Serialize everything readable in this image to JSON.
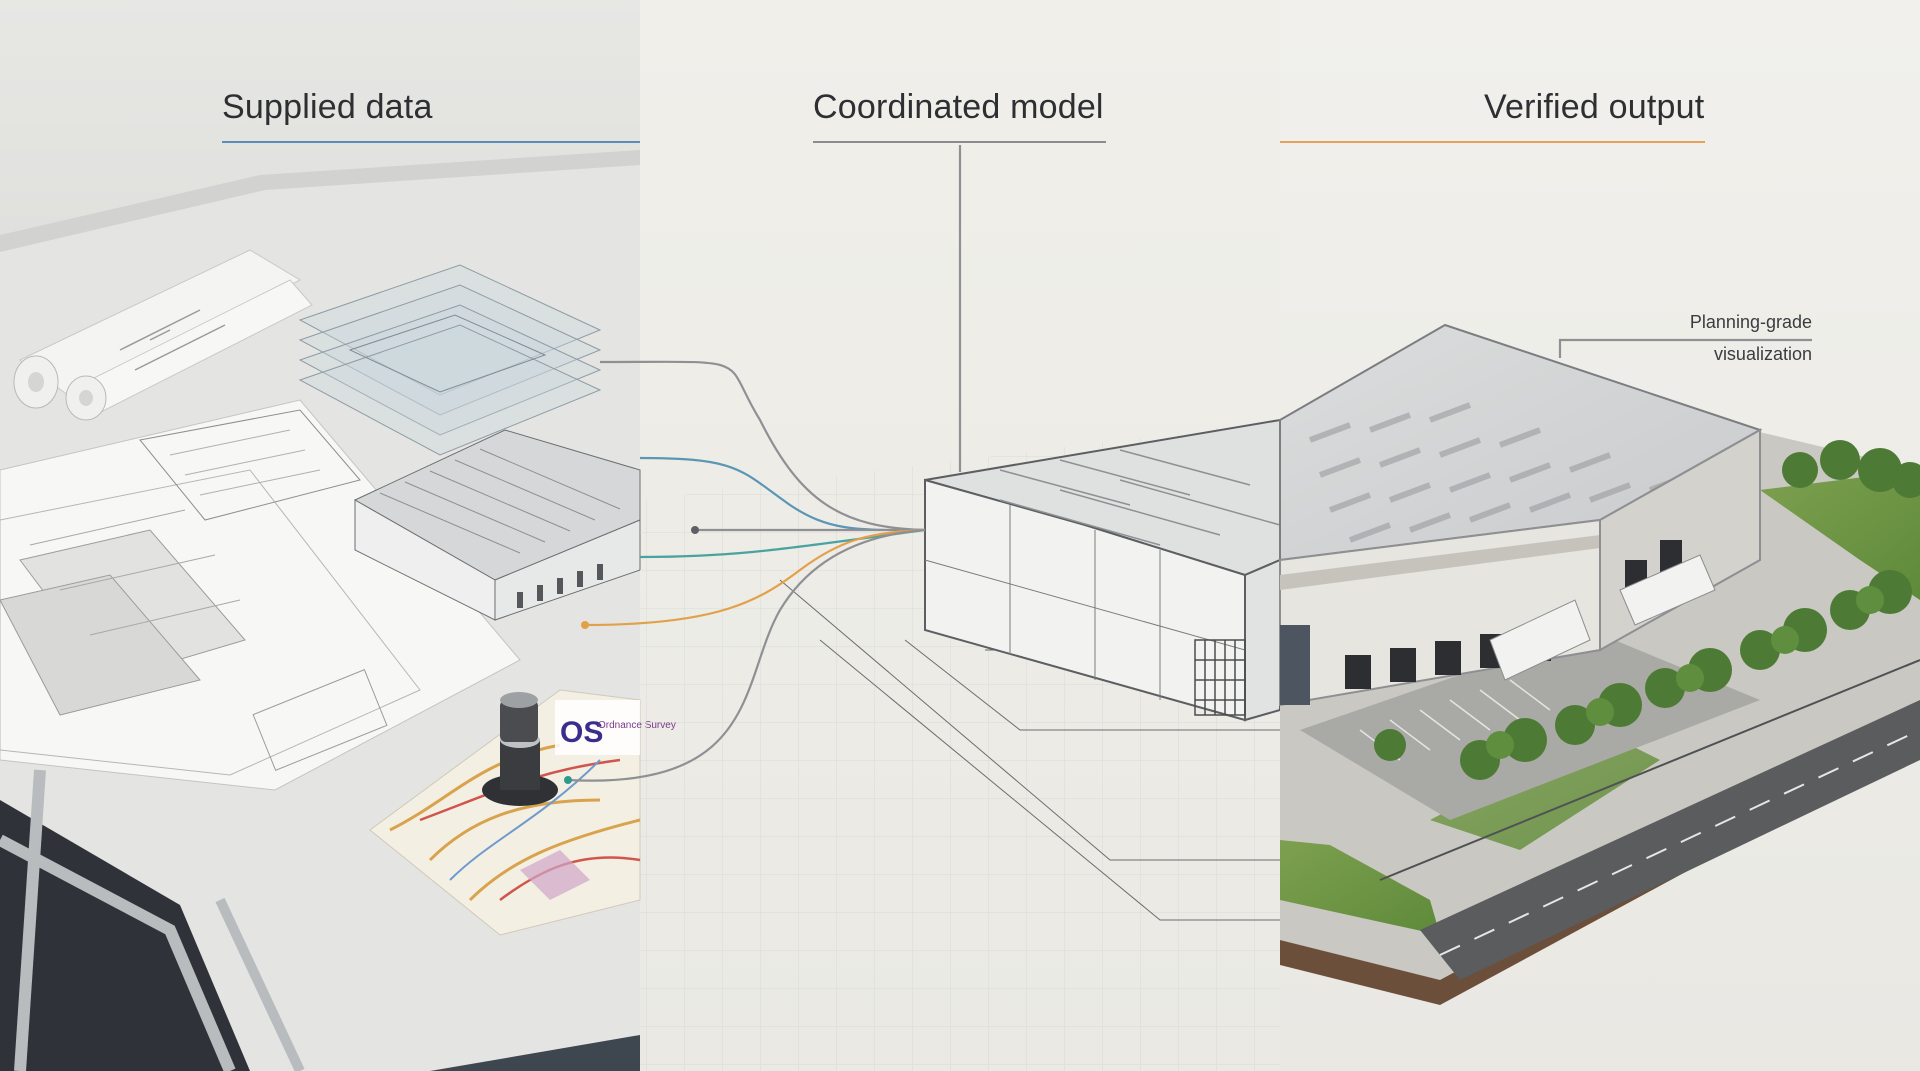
{
  "panels": [
    {
      "title": "Supplied data",
      "accent": "#5b8fb9"
    },
    {
      "title": "Coordinated model",
      "accent": "#8a8c90"
    },
    {
      "title": "Verified output",
      "accent": "#e7a25a"
    }
  ],
  "annotation": {
    "line1": "Planning-grade",
    "line2": "visualization"
  },
  "map_logo_text": "OS",
  "map_logo_caption": "Ordnance Survey",
  "connector_colors": {
    "grey": "#8e9094",
    "blue": "#5b96b5",
    "teal": "#4aa3a0",
    "orange": "#e3a04a"
  }
}
